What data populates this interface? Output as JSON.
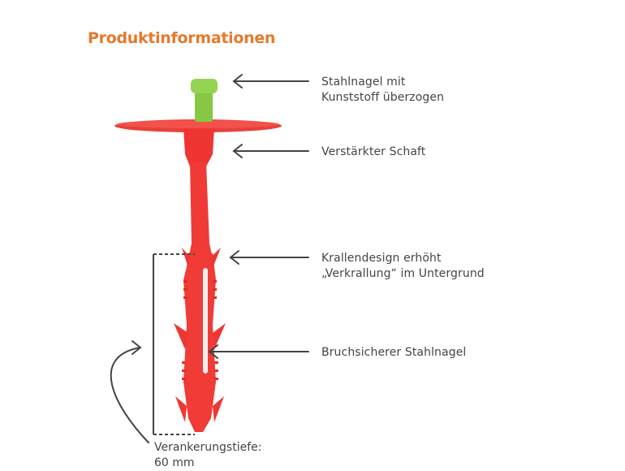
{
  "title": "Produktinformationen",
  "colors": {
    "title": "#e6792b",
    "text": "#444444",
    "dowel_red": "#ef3b36",
    "nail_cap_green": "#8fd14f",
    "annotation_line": "#444444"
  },
  "callouts": [
    {
      "line1": "Stahlnagel mit",
      "line2": "Kunststoff überzogen"
    },
    {
      "line1": "Verstärkter Schaft"
    },
    {
      "line1": "Krallendesign erhöht",
      "line2": "„Verkrallung“ im Untergrund"
    },
    {
      "line1": "Bruchsicherer Stahlnagel"
    }
  ],
  "anchoring": {
    "label": "Verankerungstiefe:",
    "value": "60 mm"
  }
}
